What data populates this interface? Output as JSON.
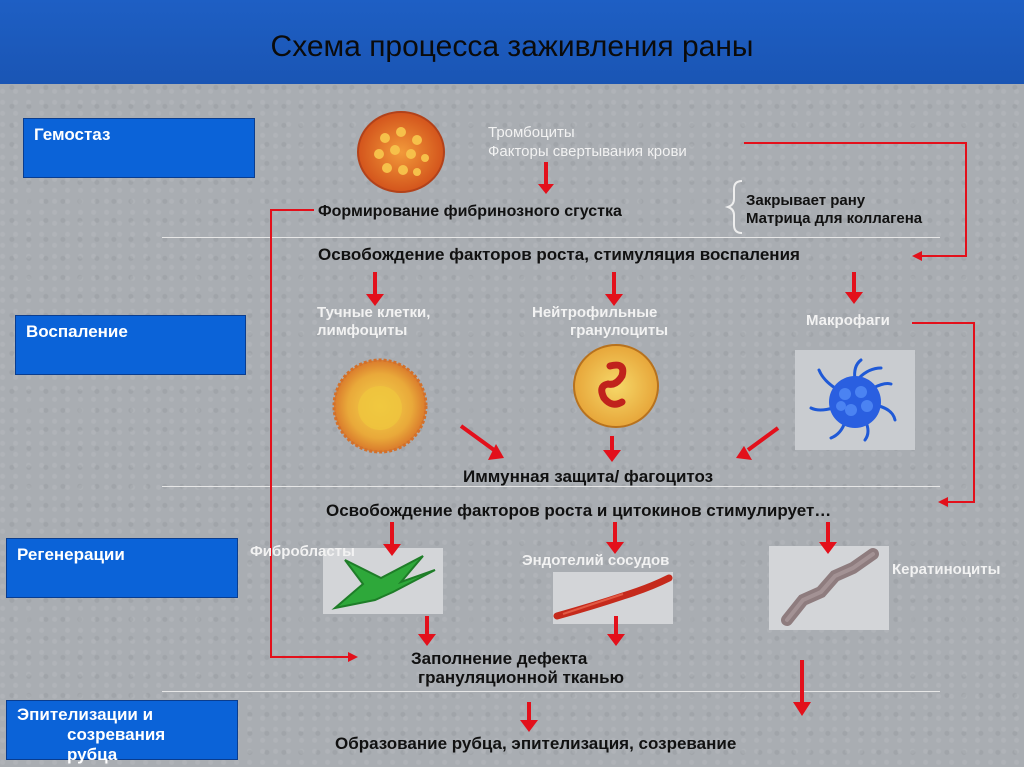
{
  "title": "Схема процесса заживления раны",
  "stages": {
    "hemostasis": "Гемостаз",
    "inflammation": "Воспаление",
    "regeneration": "Регенерации",
    "epithelization_1": "Эпителизации и",
    "epithelization_2": "созревания",
    "epithelization_3": "рубца"
  },
  "hemostasis": {
    "platelets": "Тромбоциты",
    "clotting_factors": "Факторы свертывания крови",
    "fibrin_clot": "Формирование фибринозного сгустка",
    "closes_wound": "Закрывает рану",
    "collagen_matrix": "Матрица для коллагена"
  },
  "inflammation": {
    "growth_factors": "Освобождение факторов роста, стимуляция воспаления",
    "mast_cells_1": "Тучные клетки,",
    "mast_cells_2": "лимфоциты",
    "neutrophils_1": "Нейтрофильные",
    "neutrophils_2": "гранулоциты",
    "macrophages": "Макрофаги",
    "immune": "Иммунная защита/ фагоцитоз"
  },
  "regeneration": {
    "cytokines": "Освобождение факторов роста и цитокинов стимулирует…",
    "fibroblasts": "Фибробласты",
    "endothelium": "Эндотелий сосудов",
    "keratinocytes": "Кератиноциты",
    "fill_1": "Заполнение дефекта",
    "fill_2": "грануляционной тканью"
  },
  "final": {
    "scar": "Образование рубца, эпителизация, созревание"
  },
  "colors": {
    "header": "#1e5fc4",
    "stage_box": "#0b63d8",
    "arrow": "#e3101b",
    "background": "#a9adb2"
  }
}
